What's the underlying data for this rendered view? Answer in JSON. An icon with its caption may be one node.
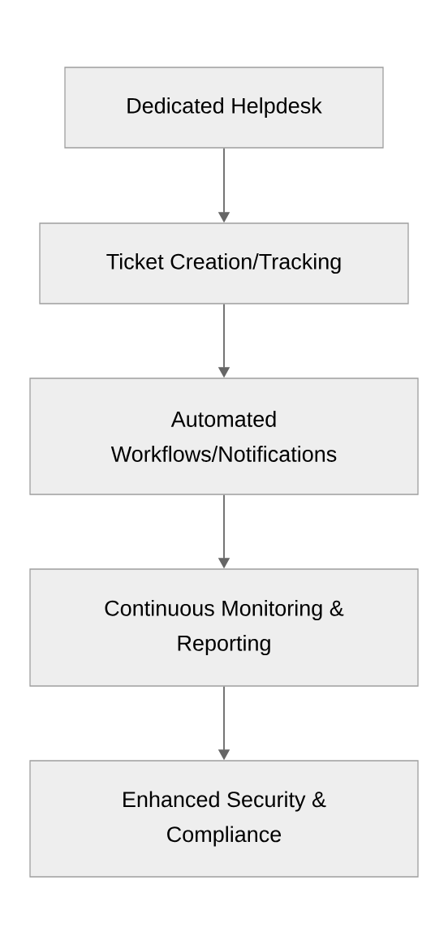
{
  "diagram": {
    "nodes": [
      {
        "text": [
          "Dedicated Helpdesk"
        ]
      },
      {
        "text": [
          "Ticket Creation/Tracking"
        ]
      },
      {
        "text": [
          "Automated Workflows/Notifications"
        ]
      },
      {
        "text": [
          "Continuous Monitoring & Reporting"
        ]
      },
      {
        "text": [
          "Enhanced Security & Compliance"
        ]
      }
    ],
    "edges": [
      {
        "from": 0,
        "to": 1,
        "arrow": "to"
      },
      {
        "from": 1,
        "to": 2,
        "arrow": "to"
      },
      {
        "from": 2,
        "to": 3,
        "arrow": "to"
      },
      {
        "from": 3,
        "to": 4,
        "arrow": "to"
      }
    ]
  }
}
